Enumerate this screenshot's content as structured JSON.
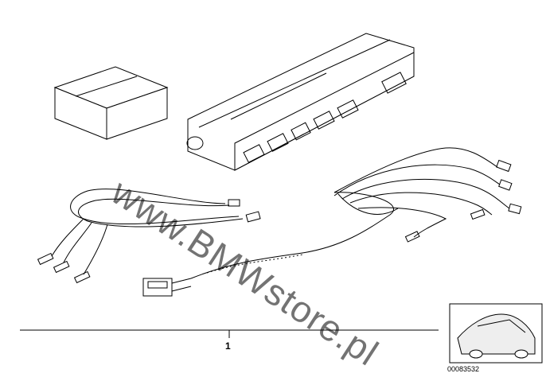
{
  "callouts": [
    {
      "number": "1"
    }
  ],
  "image_id": "00083532",
  "watermark": "www.BMWstore.pl"
}
